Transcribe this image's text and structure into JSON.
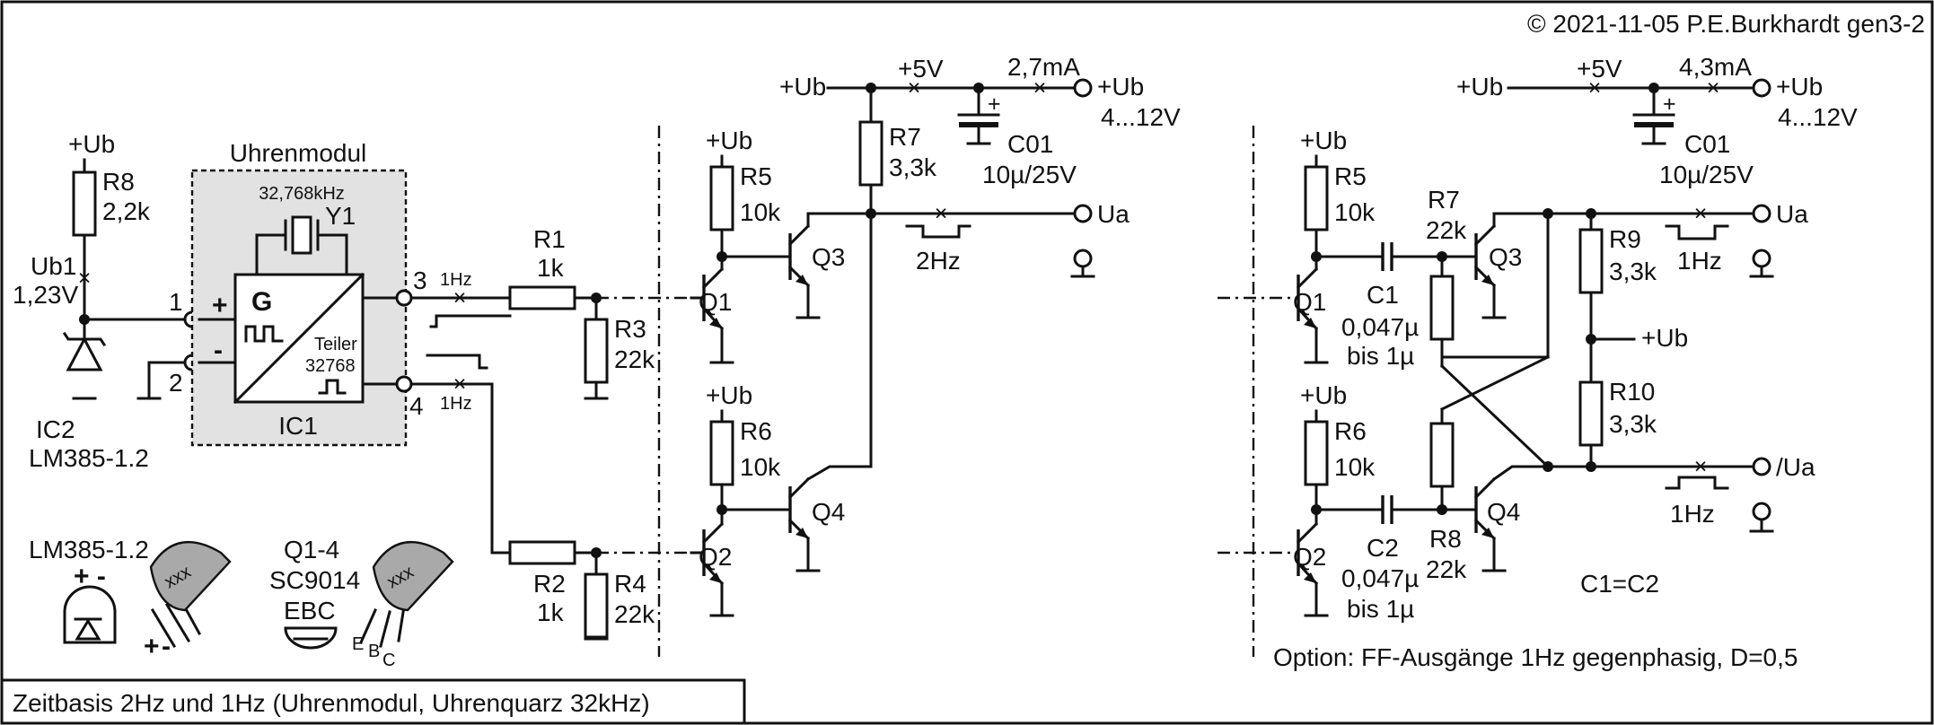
{
  "copyright": "© 2021-11-05 P.E.Burkhardt gen3-2",
  "caption": "Zeitbasis 2Hz und 1Hz (Uhrenmodul, Uhrenquarz 32kHz)",
  "option_note": "Option: FF-Ausgänge 1Hz gegenphasig, D=0,5",
  "supply": {
    "plus_ub": "+Ub",
    "plus_5v": "+5V",
    "current_left": "2,7mA",
    "current_right": "4,3mA",
    "range": "4...12V"
  },
  "module": {
    "title": "Uhrenmodul",
    "freq": "32,768kHz",
    "crystal": "Y1",
    "gen": "G",
    "divider": "Teiler",
    "divider_value": "32768",
    "ic": "IC1",
    "pin1": "1",
    "pin2": "2",
    "pin3": "3",
    "pin4": "4",
    "plus": "+",
    "minus": "-"
  },
  "reference": {
    "r8": "R8",
    "r8_val": "2,2k",
    "ub1": "Ub1",
    "ub1_val": "1,23V",
    "ic2": "IC2",
    "ic2_type": "LM385-1.2"
  },
  "left_circuit": {
    "r1": "R1",
    "r1_val": "1k",
    "r2": "R2",
    "r2_val": "1k",
    "r3": "R3",
    "r3_val": "22k",
    "r4": "R4",
    "r4_val": "22k",
    "r5": "R5",
    "r5_val": "10k",
    "r6": "R6",
    "r6_val": "10k",
    "r7": "R7",
    "r7_val": "3,3k",
    "c01": "C01",
    "c01_val": "10µ/25V",
    "q1": "Q1",
    "q2": "Q2",
    "q3": "Q3",
    "q4": "Q4",
    "ua": "Ua",
    "freq_1hz": "1Hz",
    "freq_2hz": "2Hz"
  },
  "right_circuit": {
    "r5": "R5",
    "r5_val": "10k",
    "r6": "R6",
    "r6_val": "10k",
    "r7": "R7",
    "r7_val": "22k",
    "r8": "R8",
    "r8_val": "22k",
    "r9": "R9",
    "r9_val": "3,3k",
    "r10": "R10",
    "r10_val": "3,3k",
    "c1": "C1",
    "c2": "C2",
    "c_val": "0,047µ",
    "c_range": "bis 1µ",
    "c01": "C01",
    "c01_val": "10µ/25V",
    "q1": "Q1",
    "q2": "Q2",
    "q3": "Q3",
    "q4": "Q4",
    "ua": "Ua",
    "ua_inv": "/Ua",
    "freq_1hz": "1Hz",
    "equal": "C1=C2"
  },
  "packages": {
    "lm385": "LM385-1.2",
    "lm385_pins": "+ -",
    "transistor": "Q1-4",
    "transistor_type": "SC9014",
    "transistor_pins": "EBC",
    "marking": "xxx",
    "pin_e": "E",
    "pin_b": "B",
    "pin_c": "C",
    "pin_plus": "+",
    "pin_minus": "-"
  }
}
